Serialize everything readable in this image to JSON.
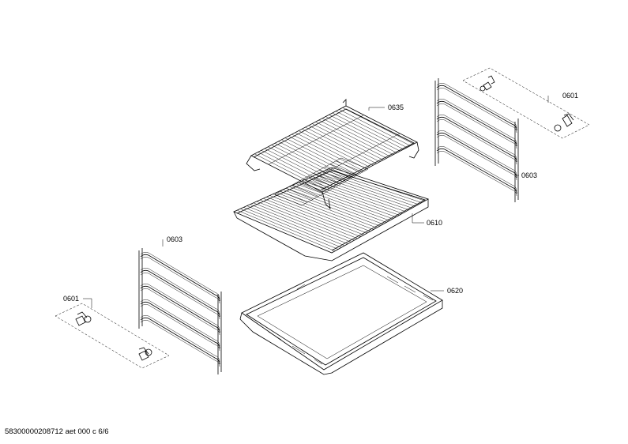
{
  "diagram": {
    "labels": {
      "rack_top": "0635",
      "rack_bottom": "0610",
      "side_rail_right": "0603",
      "side_rail_left": "0603",
      "clips_right": "0601",
      "clips_left": "0601",
      "baking_tray": "0620"
    },
    "footer": "58300000208712 aet 000 c 6/6"
  }
}
